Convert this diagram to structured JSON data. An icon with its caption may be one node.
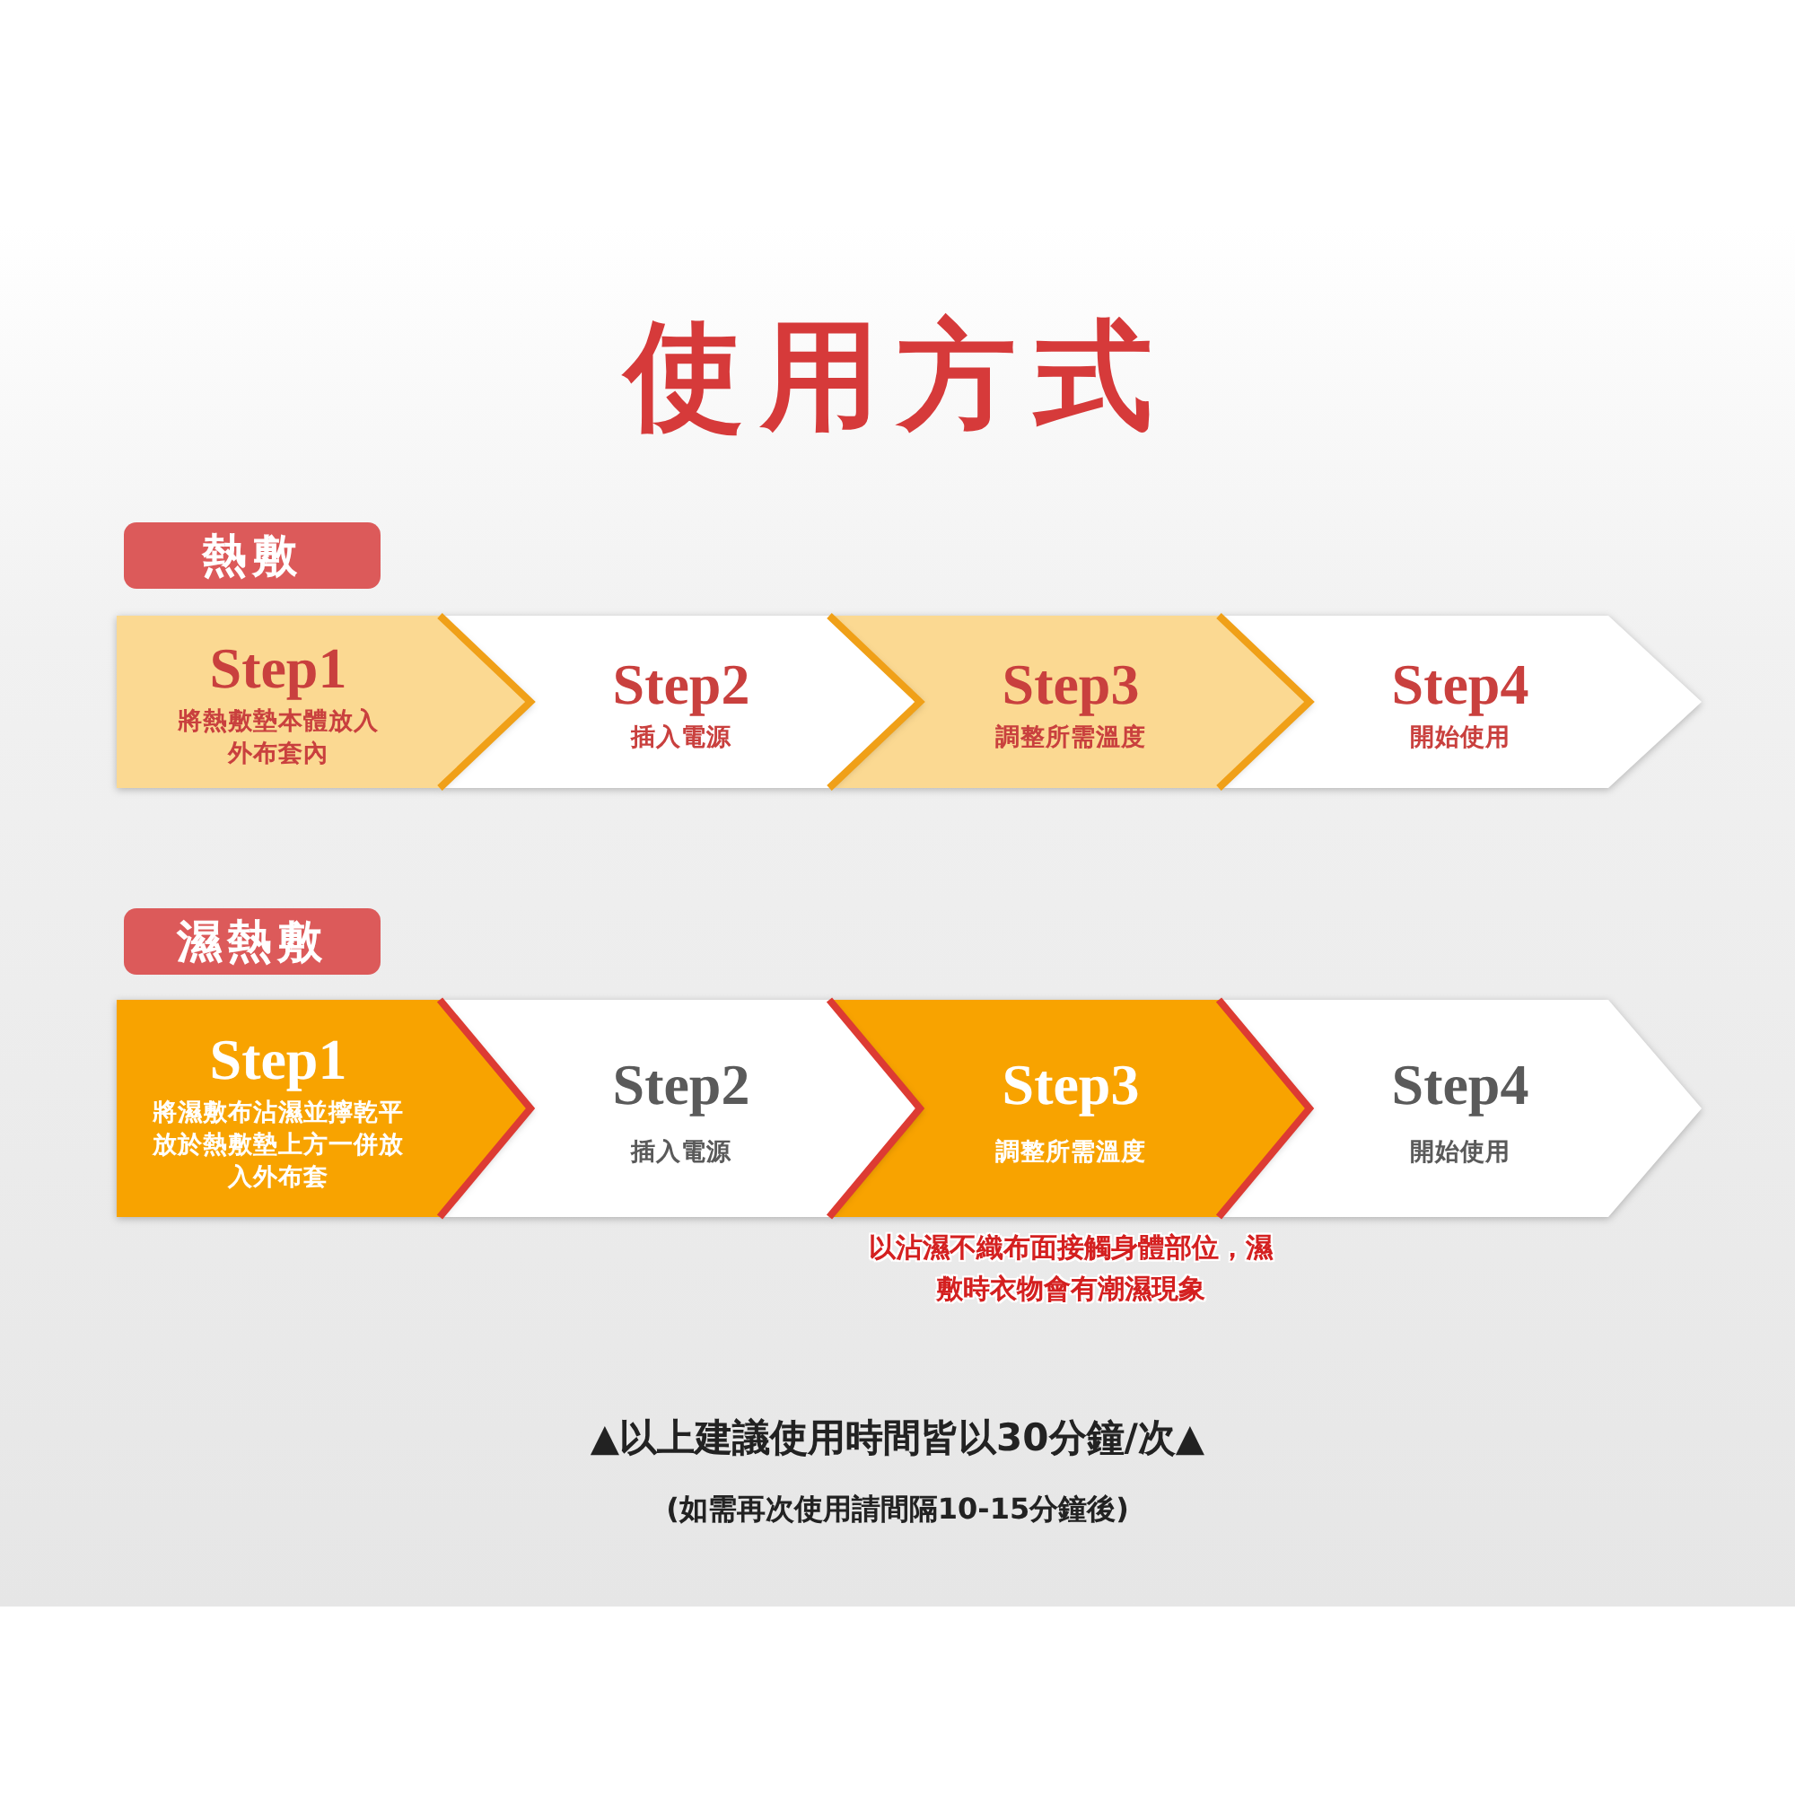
{
  "diagram": {
    "title": "使用方式",
    "nodes": [
      {
        "text": [
          "熱敷"
        ]
      },
      {
        "text": [
          "Step1",
          "將熱敷墊本體放入外布套內"
        ]
      },
      {
        "text": [
          "Step2",
          "插入電源"
        ]
      },
      {
        "text": [
          "Step3",
          "調整所需溫度"
        ]
      },
      {
        "text": [
          "Step4",
          "開始使用"
        ]
      },
      {
        "text": [
          "濕熱敷"
        ]
      },
      {
        "text": [
          "Step1",
          "將濕敷布沾濕並擰乾平放於熱敷墊上方一併放入外布套"
        ]
      },
      {
        "text": [
          "Step2",
          "插入電源"
        ]
      },
      {
        "text": [
          "Step3",
          "調整所需溫度"
        ],
        "beside": [
          "以沾濕不織布面接觸身體部位，濕敷時衣物會有潮濕現象"
        ]
      },
      {
        "text": [
          "Step4",
          "開始使用"
        ]
      }
    ],
    "labels": [
      "▲以上建議使用時間皆以30分鐘/次▲",
      "(如需再次使用請間隔10-15分鐘後)"
    ]
  }
}
